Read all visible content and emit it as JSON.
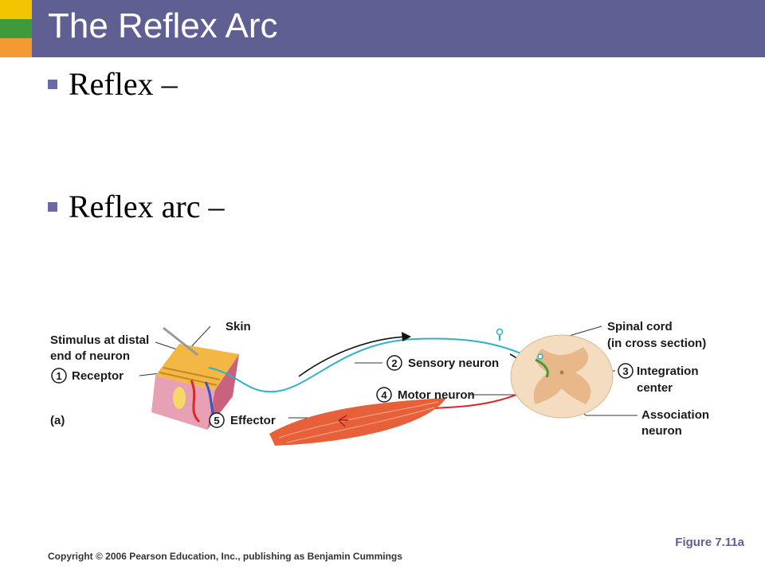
{
  "title": "The Reflex Arc",
  "bullets": [
    "Reflex –",
    "Reflex arc –"
  ],
  "figure": {
    "labels": {
      "skin": "Skin",
      "stimulus_line1": "Stimulus at distal",
      "stimulus_line2": "end of neuron",
      "receptor": "Receptor",
      "panel": "(a)",
      "effector": "Effector",
      "sensory_neuron": "Sensory neuron",
      "motor_neuron": "Motor neuron",
      "spinal_cord_line1": "Spinal cord",
      "spinal_cord_line2": "(in cross section)",
      "integration_line1": "Integration",
      "integration_line2": "center",
      "association_line1": "Association",
      "association_line2": "neuron"
    },
    "numbers": {
      "receptor": "1",
      "sensory_neuron": "2",
      "integration": "3",
      "motor_neuron": "4",
      "effector": "5"
    },
    "colors": {
      "sensory": "#2fb0c9",
      "motor": "#e0242c",
      "muscle": "#e8603a",
      "spinal_cord": "#f3dcc0",
      "gray_matter": "#e9b88a"
    }
  },
  "figure_caption": "Figure 7.11a",
  "copyright": "Copyright © 2006 Pearson Education, Inc., publishing as Benjamin Cummings"
}
